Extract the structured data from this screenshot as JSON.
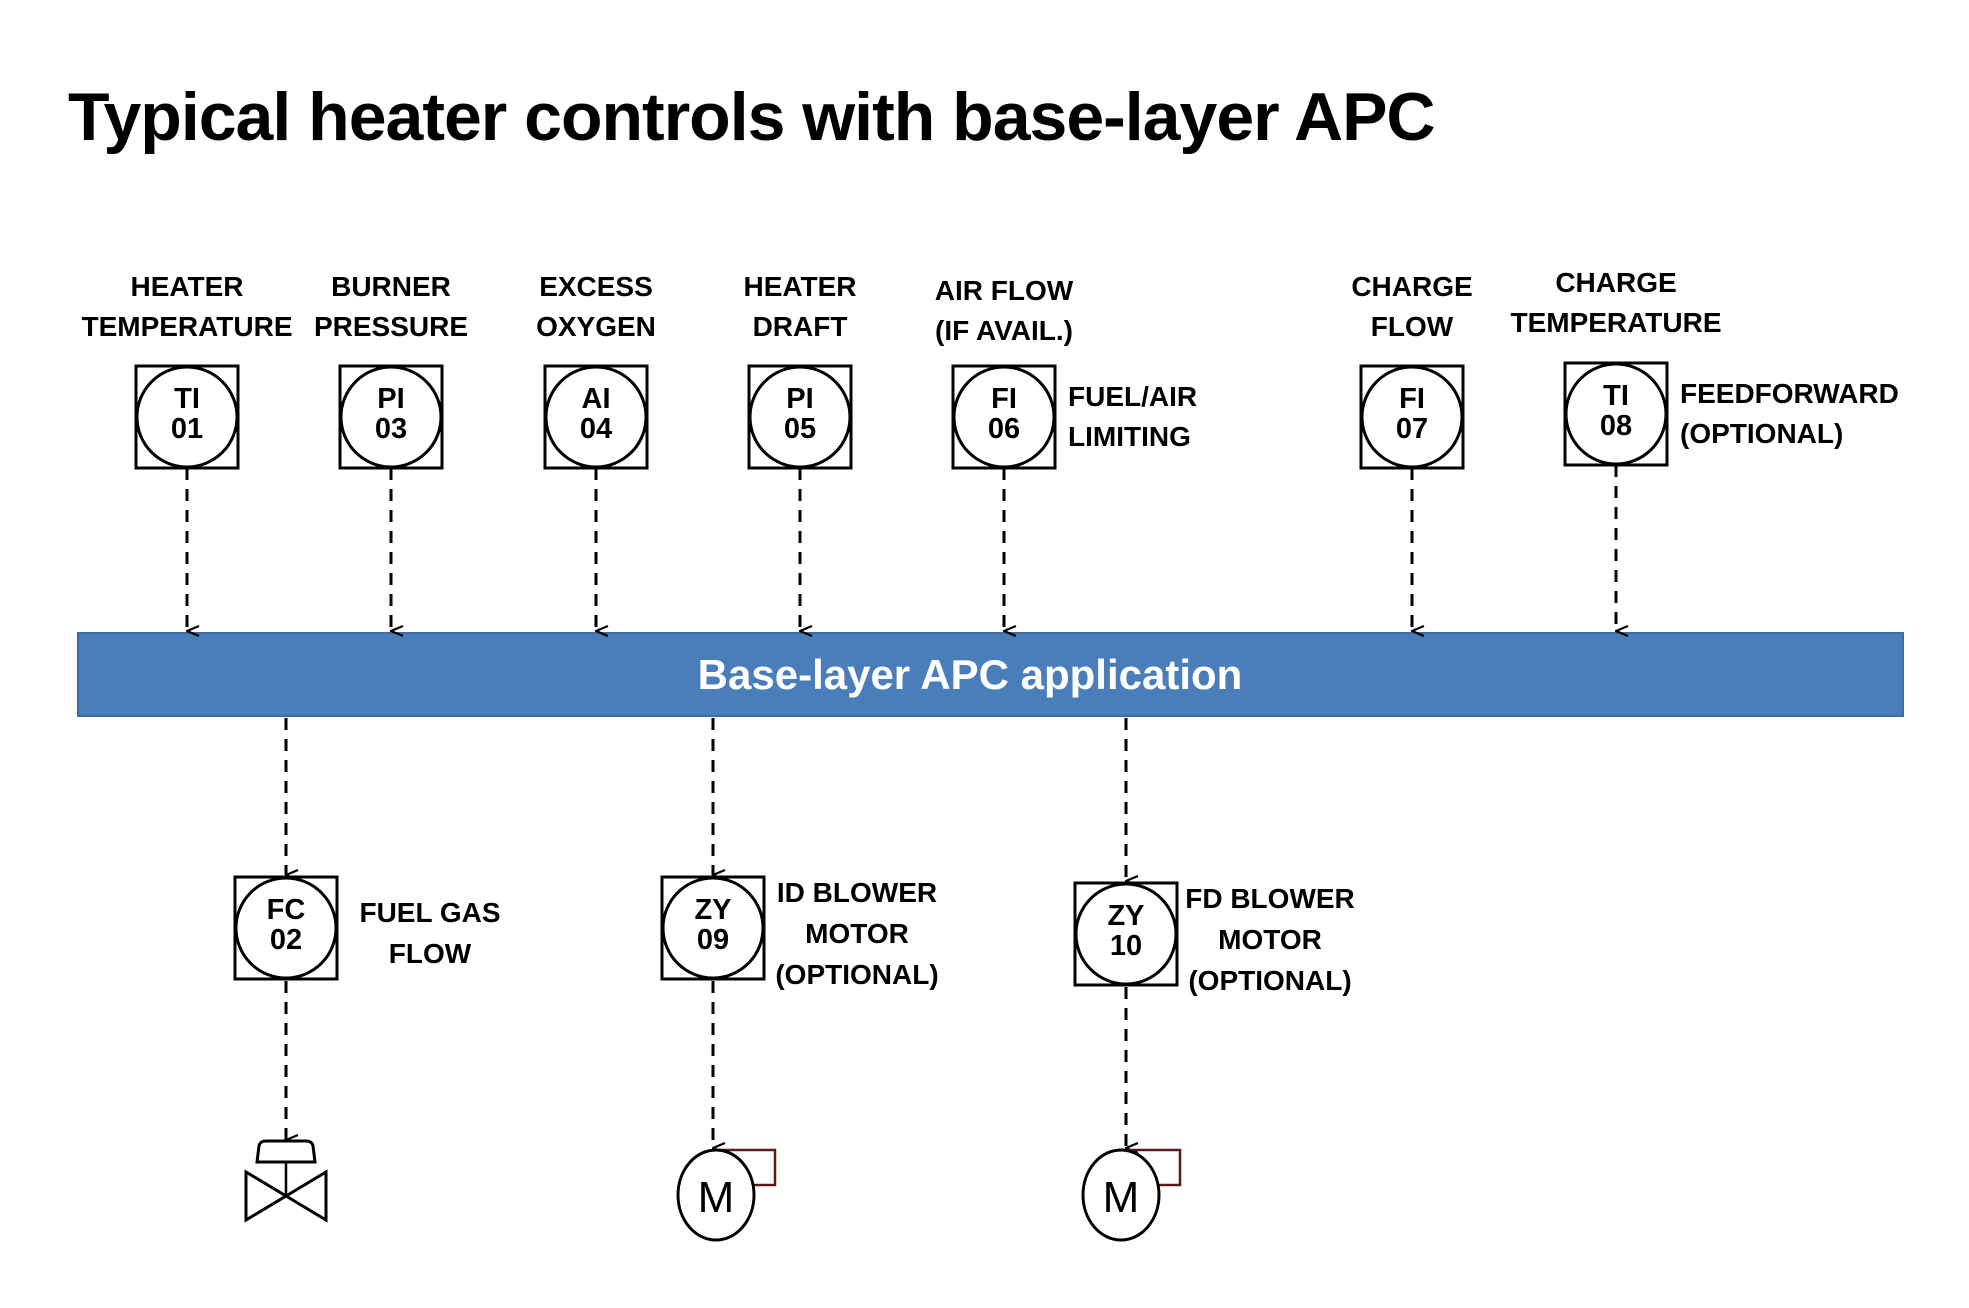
{
  "title": "Typical heater controls with base-layer APC",
  "colors": {
    "bar_fill": "#4a7ebb",
    "bar_edge": "#3d6ca5",
    "bar_text": "#ffffff",
    "line": "#000000",
    "motor_bracket": "#5a1a1a"
  },
  "apc_bar": {
    "label": "Base-layer APC application"
  },
  "inputs": [
    {
      "id": "ti01",
      "tag_letters": "TI",
      "tag_number": "01",
      "label_lines": [
        "HEATER",
        "TEMPERATURE"
      ],
      "side_label_lines": []
    },
    {
      "id": "pi03",
      "tag_letters": "PI",
      "tag_number": "03",
      "label_lines": [
        "BURNER",
        "PRESSURE"
      ],
      "side_label_lines": []
    },
    {
      "id": "ai04",
      "tag_letters": "AI",
      "tag_number": "04",
      "label_lines": [
        "EXCESS",
        "OXYGEN"
      ],
      "side_label_lines": []
    },
    {
      "id": "pi05",
      "tag_letters": "PI",
      "tag_number": "05",
      "label_lines": [
        "HEATER",
        "DRAFT"
      ],
      "side_label_lines": []
    },
    {
      "id": "fi06",
      "tag_letters": "FI",
      "tag_number": "06",
      "label_lines": [
        "AIR FLOW",
        "(IF AVAIL.)"
      ],
      "side_label_lines": [
        "FUEL/AIR",
        "LIMITING"
      ]
    },
    {
      "id": "fi07",
      "tag_letters": "FI",
      "tag_number": "07",
      "label_lines": [
        "CHARGE",
        "FLOW"
      ],
      "side_label_lines": []
    },
    {
      "id": "ti08",
      "tag_letters": "TI",
      "tag_number": "08",
      "label_lines": [
        "CHARGE",
        "TEMPERATURE"
      ],
      "side_label_lines": [
        "FEEDFORWARD",
        "(OPTIONAL)"
      ]
    }
  ],
  "outputs": [
    {
      "id": "fc02",
      "tag_letters": "FC",
      "tag_number": "02",
      "side_label_lines": [
        "FUEL GAS",
        "FLOW"
      ],
      "final_element": "control-valve",
      "final_label": ""
    },
    {
      "id": "zy09",
      "tag_letters": "ZY",
      "tag_number": "09",
      "side_label_lines": [
        "ID BLOWER",
        "MOTOR",
        "(OPTIONAL)"
      ],
      "final_element": "motor",
      "final_label": "M"
    },
    {
      "id": "zy10",
      "tag_letters": "ZY",
      "tag_number": "10",
      "side_label_lines": [
        "FD BLOWER",
        "MOTOR",
        "(OPTIONAL)"
      ],
      "final_element": "motor",
      "final_label": "M"
    }
  ]
}
